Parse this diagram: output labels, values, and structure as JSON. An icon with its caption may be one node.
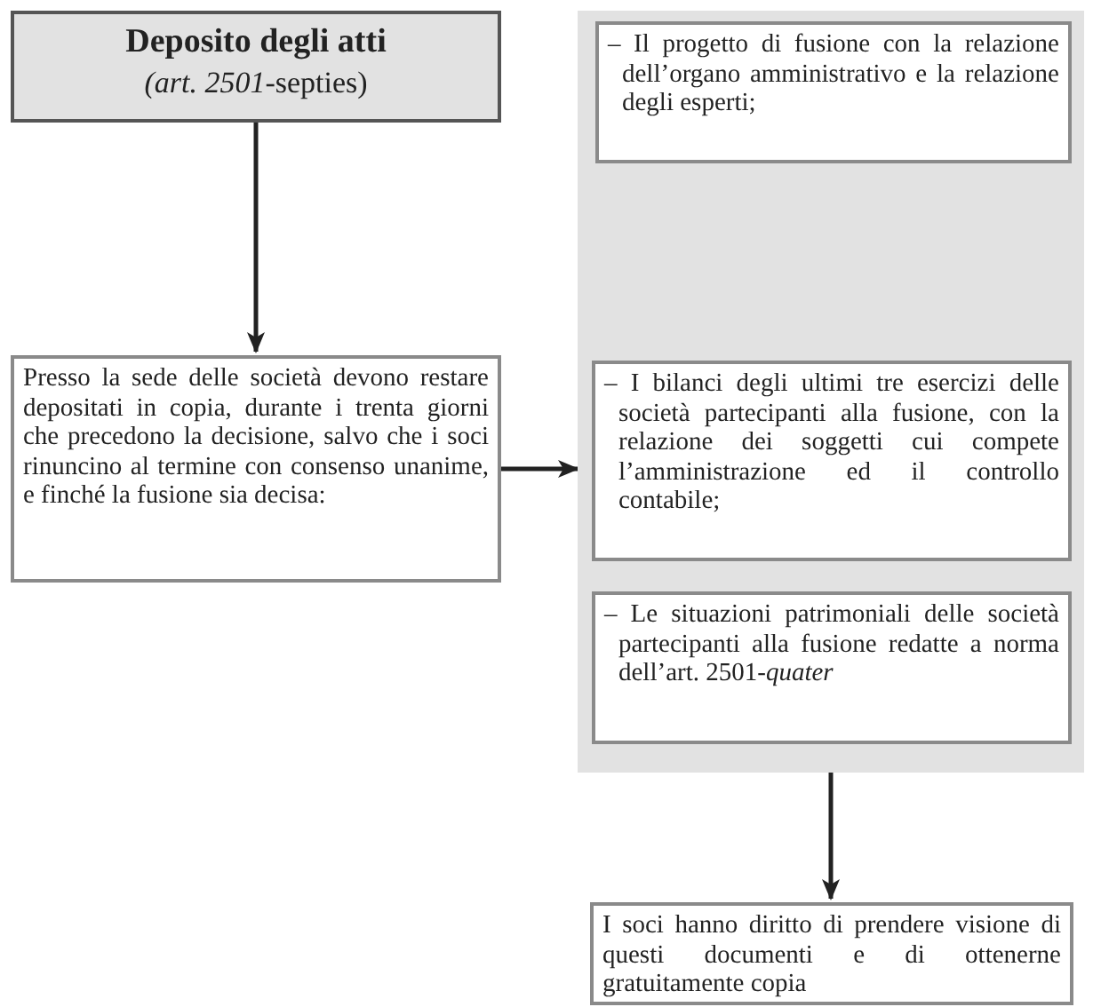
{
  "diagram": {
    "nodes": [
      {
        "text": [
          "Deposito degli atti",
          "*(art. 2501*-septies)"
        ]
      },
      {
        "text": [
          "Presso la sede delle società devono restare depositati in copia, durante i trenta giorni che precedono la decisione, salvo che i soci rinuncino al termine con consenso unanime, e finché la fusione sia decisa:"
        ]
      },
      {
        "text": [],
        "shape": "box"
      },
      {
        "text": [
          "– Il progetto di fusione con la relazione dell’organo amministrativo e la relazione degli esperti;"
        ],
        "in": 2
      },
      {
        "text": [
          "– I bilanci degli ultimi tre esercizi delle società partecipanti alla fusione, con la relazione dei soggetti cui compete l’amministrazione ed il controllo contabile;"
        ],
        "in": 2
      },
      {
        "text": [
          "– Le situazioni patrimoniali delle società partecipanti alla fusione redatte a norma dell’art. 2501-*quater*"
        ],
        "in": 2
      },
      {
        "text": [
          "I soci hanno diritto di prendere visione di questi documenti e di ottenerne gratuitamente copia"
        ]
      }
    ],
    "edges": [
      {
        "from": 0,
        "to": 1,
        "arrow": "to"
      },
      {
        "from": 1,
        "to": 2,
        "arrow": "to"
      },
      {
        "from": 2,
        "to": 6,
        "arrow": "to"
      }
    ]
  }
}
